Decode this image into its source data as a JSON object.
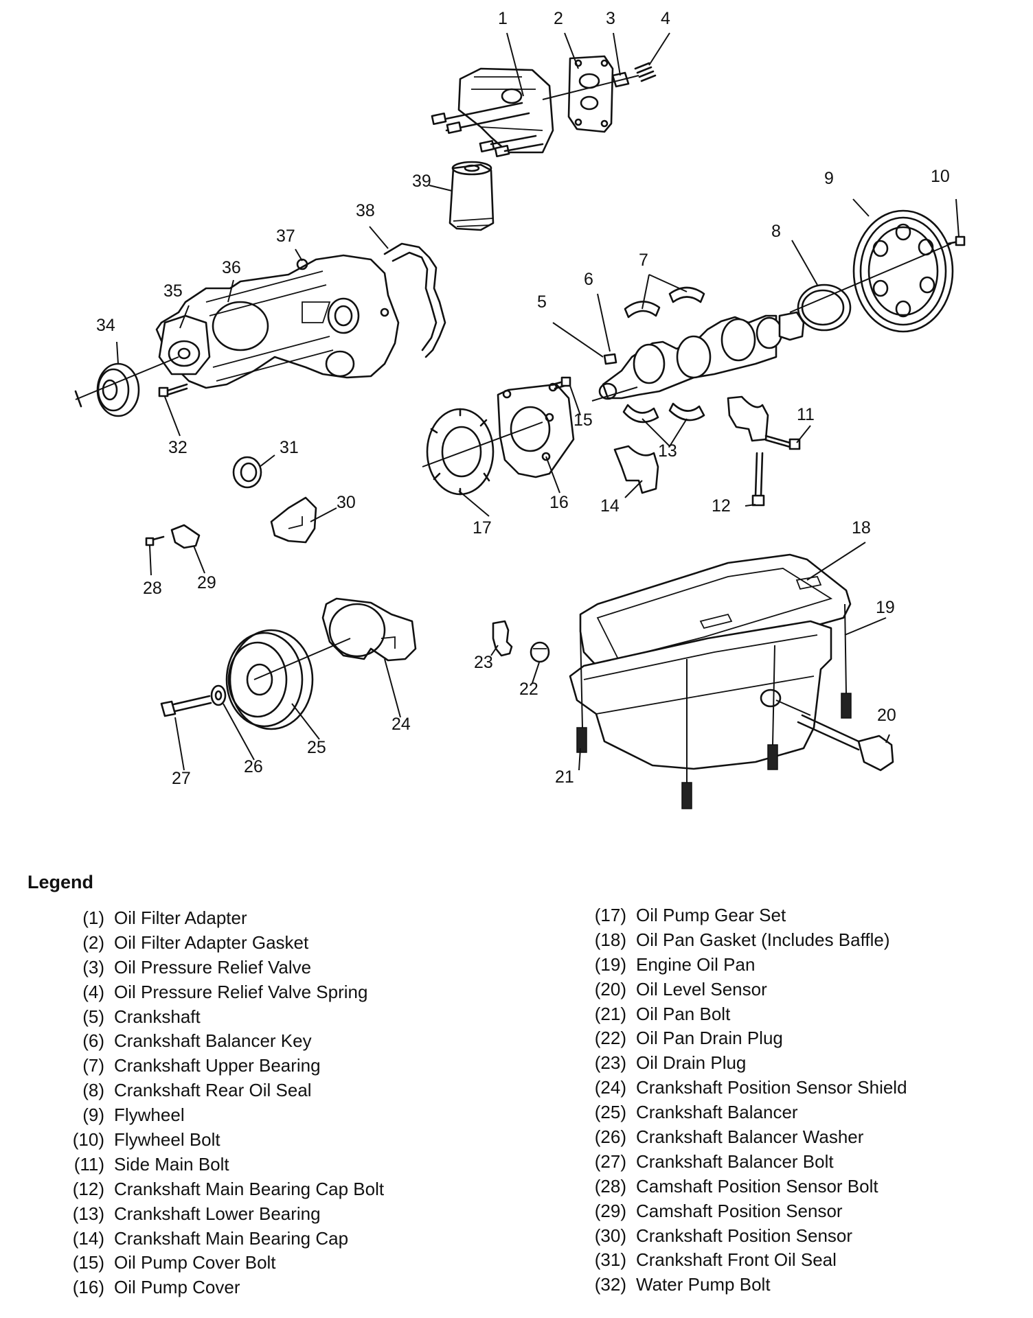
{
  "legend": {
    "title": "Legend",
    "left": [
      {
        "num": "(1)",
        "label": "Oil Filter Adapter"
      },
      {
        "num": "(2)",
        "label": "Oil Filter Adapter Gasket"
      },
      {
        "num": "(3)",
        "label": "Oil Pressure Relief Valve"
      },
      {
        "num": "(4)",
        "label": "Oil Pressure Relief Valve Spring"
      },
      {
        "num": "(5)",
        "label": "Crankshaft"
      },
      {
        "num": "(6)",
        "label": "Crankshaft Balancer Key"
      },
      {
        "num": "(7)",
        "label": "Crankshaft Upper Bearing"
      },
      {
        "num": "(8)",
        "label": "Crankshaft Rear Oil Seal"
      },
      {
        "num": "(9)",
        "label": "Flywheel"
      },
      {
        "num": "(10)",
        "label": "Flywheel Bolt"
      },
      {
        "num": "(11)",
        "label": "Side Main Bolt"
      },
      {
        "num": "(12)",
        "label": "Crankshaft Main Bearing Cap Bolt"
      },
      {
        "num": "(13)",
        "label": "Crankshaft Lower Bearing"
      },
      {
        "num": "(14)",
        "label": "Crankshaft Main Bearing Cap"
      },
      {
        "num": "(15)",
        "label": "Oil Pump Cover Bolt"
      },
      {
        "num": "(16)",
        "label": "Oil Pump Cover"
      }
    ],
    "right": [
      {
        "num": "(17)",
        "label": "Oil Pump Gear Set"
      },
      {
        "num": "(18)",
        "label": "Oil Pan Gasket (Includes Baffle)"
      },
      {
        "num": "(19)",
        "label": "Engine Oil Pan"
      },
      {
        "num": "(20)",
        "label": "Oil Level Sensor"
      },
      {
        "num": "(21)",
        "label": "Oil Pan Bolt"
      },
      {
        "num": "(22)",
        "label": "Oil Pan Drain Plug"
      },
      {
        "num": "(23)",
        "label": "Oil Drain Plug"
      },
      {
        "num": "(24)",
        "label": "Crankshaft Position Sensor Shield"
      },
      {
        "num": "(25)",
        "label": "Crankshaft Balancer"
      },
      {
        "num": "(26)",
        "label": "Crankshaft Balancer Washer"
      },
      {
        "num": "(27)",
        "label": "Crankshaft Balancer Bolt"
      },
      {
        "num": "(28)",
        "label": "Camshaft Position Sensor Bolt"
      },
      {
        "num": "(29)",
        "label": "Camshaft Position Sensor"
      },
      {
        "num": "(30)",
        "label": "Crankshaft Position Sensor"
      },
      {
        "num": "(31)",
        "label": "Crankshaft Front Oil Seal"
      },
      {
        "num": "(32)",
        "label": "Water Pump Bolt"
      }
    ]
  },
  "callouts": [
    "1",
    "2",
    "3",
    "4",
    "5",
    "6",
    "7",
    "8",
    "9",
    "10",
    "11",
    "12",
    "13",
    "14",
    "15",
    "16",
    "17",
    "18",
    "19",
    "20",
    "21",
    "22",
    "23",
    "24",
    "25",
    "26",
    "27",
    "28",
    "29",
    "30",
    "31",
    "32",
    "34",
    "35",
    "36",
    "37",
    "38",
    "39"
  ]
}
